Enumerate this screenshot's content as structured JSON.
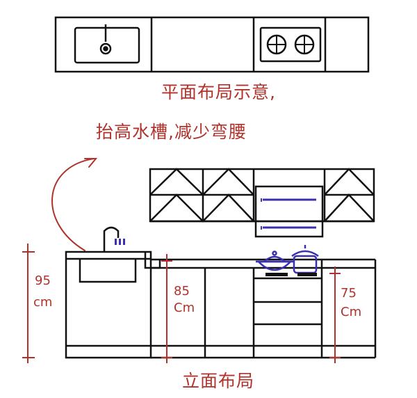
{
  "captions": {
    "plan": "平面布局示意,",
    "note": "抬高水槽,减少弯腰",
    "elevation": "立面布局"
  },
  "dimensions": {
    "sink_height": {
      "value": "95",
      "unit": "cm"
    },
    "counter_height": {
      "value": "85",
      "unit": "Cm"
    },
    "stove_height": {
      "value": "75",
      "unit": "Cm"
    }
  },
  "colors": {
    "ink": "#111111",
    "annotation": "#b0322b",
    "accent": "#3a2fb0"
  }
}
